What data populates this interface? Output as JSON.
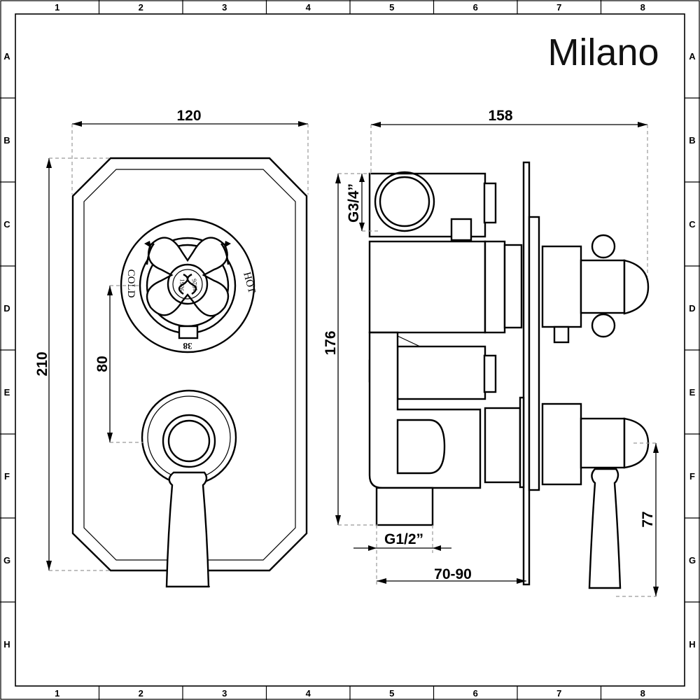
{
  "grid": {
    "columns": [
      "1",
      "2",
      "3",
      "4",
      "5",
      "6",
      "7",
      "8"
    ],
    "rows": [
      "A",
      "B",
      "C",
      "D",
      "E",
      "F",
      "G",
      "H"
    ]
  },
  "logo": "Milano",
  "dimensions": {
    "front_width": "120",
    "front_height": "210",
    "handle_spacing": "80",
    "side_depth": "158",
    "side_height": "176",
    "inlet_thread": "G3/4”",
    "outlet_thread": "G1/2”",
    "wall_depth": "70-90",
    "lever_length": "77"
  },
  "handle_markings": {
    "cold": "COLD",
    "hot": "HOT",
    "year_left": "1926",
    "year_right": "1926",
    "temperature": "38"
  }
}
